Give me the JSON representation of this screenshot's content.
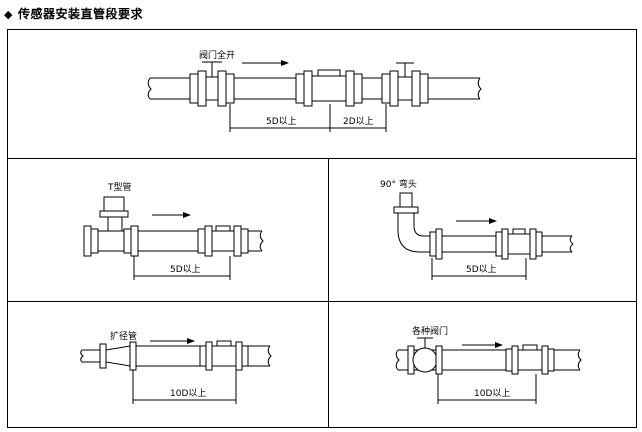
{
  "title": "传感器安装直管段要求",
  "title_icon": "diamond-bullet-icon",
  "panels": {
    "top": {
      "valve_label": "阀门全开",
      "dim_upstream": "5D以上",
      "dim_downstream": "2D以上"
    },
    "mid_left": {
      "fitting_label": "T型管",
      "dim_upstream": "5D以上"
    },
    "mid_right": {
      "fitting_label": "90° 弯头",
      "dim_upstream": "5D以上"
    },
    "bot_left": {
      "fitting_label": "扩径管",
      "dim_upstream": "10D以上"
    },
    "bot_right": {
      "fitting_label": "各种阀门",
      "dim_upstream": "10D以上"
    }
  }
}
